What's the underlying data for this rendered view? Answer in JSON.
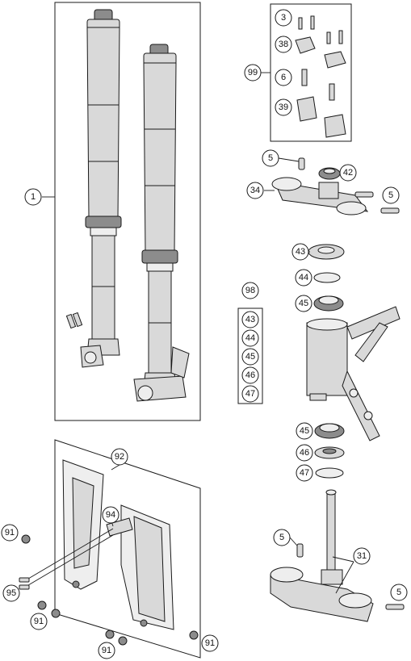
{
  "callouts": {
    "c1": "1",
    "c3": "3",
    "c38": "38",
    "c99": "99",
    "c6": "6",
    "c39": "39",
    "c5a": "5",
    "c42": "42",
    "c34": "34",
    "c5b": "5",
    "c43": "43",
    "c44": "44",
    "c45": "45",
    "c98": "98",
    "k43": "43",
    "k44": "44",
    "k45": "45",
    "k46": "46",
    "k47": "47",
    "c45b": "45",
    "c46b": "46",
    "c47b": "47",
    "c92": "92",
    "c94": "94",
    "c91a": "91",
    "c95": "95",
    "c91b": "91",
    "c91c": "91",
    "c91d": "91",
    "c5c": "5",
    "c31": "31",
    "c5d": "5"
  }
}
